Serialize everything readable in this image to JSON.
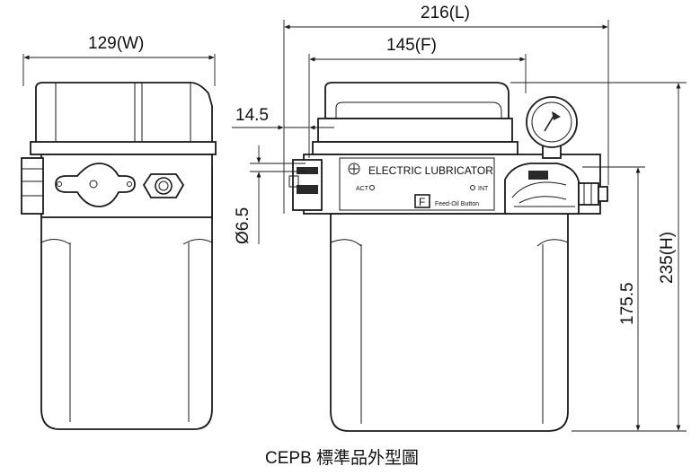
{
  "dimensions": {
    "width_total": "216(L)",
    "width_front": "145(F)",
    "width_side": "129(W)",
    "offset": "14.5",
    "hole": "Ø6.5",
    "height_total": "235(H)",
    "height_mount": "175.5"
  },
  "panel": {
    "title": "ELECTRIC LUBRICATOR",
    "act": "ACT",
    "int": "INT",
    "button_letter": "F",
    "button_label": "Feed-Oil Button"
  },
  "caption": "CEPB 標準品外型圖"
}
